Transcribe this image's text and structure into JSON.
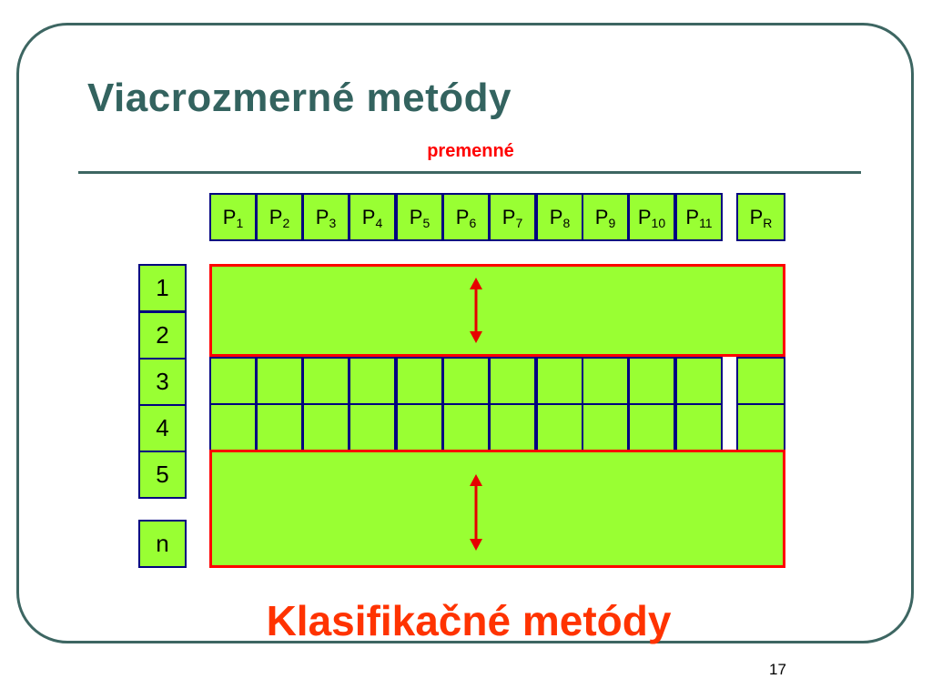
{
  "slide": {
    "title": "Viacrozmerné metódy",
    "subtitle": "premenné",
    "footer_title": "Klasifikačné metódy",
    "page_number": "17"
  },
  "variables": [
    {
      "letter": "P",
      "sub": "1"
    },
    {
      "letter": "P",
      "sub": "2"
    },
    {
      "letter": "P",
      "sub": "3"
    },
    {
      "letter": "P",
      "sub": "4"
    },
    {
      "letter": "P",
      "sub": "5"
    },
    {
      "letter": "P",
      "sub": "6"
    },
    {
      "letter": "P",
      "sub": "7"
    },
    {
      "letter": "P",
      "sub": "8"
    },
    {
      "letter": "P",
      "sub": "9"
    },
    {
      "letter": "P",
      "sub": "10"
    },
    {
      "letter": "P",
      "sub": "11"
    }
  ],
  "response_variable": {
    "letter": "P",
    "sub": "R"
  },
  "rows": [
    "1",
    "2",
    "3",
    "4",
    "5",
    "n"
  ],
  "colors": {
    "cell_fill": "#99ff33",
    "cell_border": "#000080",
    "band_border": "#ff0000",
    "arrow": "#e60000",
    "title": "#33635f",
    "accent_text": "#ff3300"
  }
}
